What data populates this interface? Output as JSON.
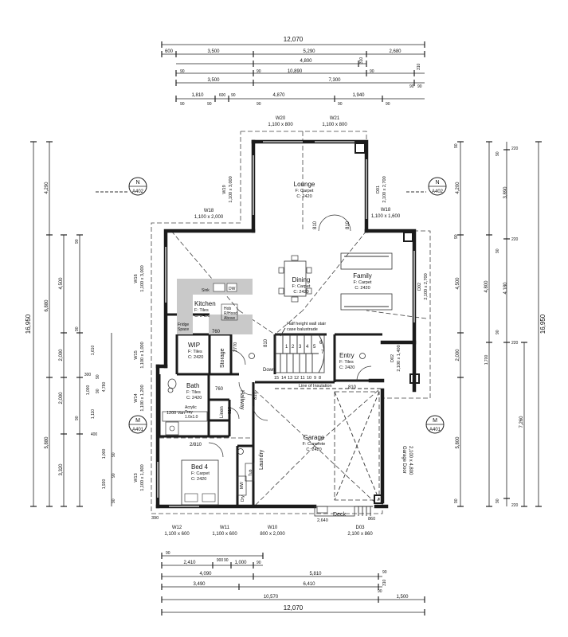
{
  "dimensions": {
    "top": [
      "12,070",
      "600",
      "3,500",
      "5,290",
      "2,680",
      "4,800",
      "310",
      "90",
      "90",
      "10,890",
      "90",
      "310",
      "3,500",
      "7,300",
      "90",
      "90",
      "1,810",
      "600",
      "90",
      "4,870",
      "1,940",
      "90",
      "90",
      "90",
      "90",
      "90"
    ],
    "bottom": [
      "90",
      "2,410",
      "900",
      "1,000",
      "90",
      "90",
      "4,090",
      "5,810",
      "90",
      "3,490",
      "6,410",
      "310",
      "90",
      "10,570",
      "1,500",
      "12,070"
    ],
    "left_outer": [
      "16,950",
      "4,290",
      "6,880",
      "5,880"
    ],
    "left_mid": [
      "4,500",
      "2,000",
      "2,000",
      "3,320"
    ],
    "left_inner": [
      "90",
      "1,610",
      "300",
      "90",
      "1,000",
      "90",
      "4,780",
      "90",
      "1,110",
      "90",
      "400",
      "1,000",
      "90",
      "1,930",
      "90",
      "90"
    ],
    "right_outer": [
      "16,950",
      "7,260"
    ],
    "right_mid": [
      "4,200",
      "4,500",
      "2,000",
      "5,800",
      "90",
      "90",
      "90"
    ],
    "right_inner": [
      "220",
      "3,890",
      "90",
      "220",
      "4,800",
      "4,180",
      "90",
      "90",
      "220",
      "1,700",
      "220",
      "90"
    ]
  },
  "section_markers": [
    {
      "letter": "N",
      "ref": "A402"
    },
    {
      "letter": "N",
      "ref": "A402"
    },
    {
      "letter": "M",
      "ref": "A401"
    },
    {
      "letter": "M",
      "ref": "A401"
    }
  ],
  "rooms": {
    "lounge": {
      "name": "Lounge",
      "floor": "F: Carpet",
      "ceiling": "C: 2420"
    },
    "dining": {
      "name": "Dining",
      "floor": "F: Carpet",
      "ceiling": "C: 2420"
    },
    "family": {
      "name": "Family",
      "floor": "F: Carpet",
      "ceiling": "C: 2420"
    },
    "kitchen": {
      "name": "Kitchen",
      "floor": "F: Tiles",
      "ceiling": "C: 2420"
    },
    "wip": {
      "name": "WIP",
      "floor": "F: Tiles",
      "ceiling": "C: 2420"
    },
    "bath": {
      "name": "Bath",
      "floor": "F: Tiles",
      "ceiling": "C: 2420"
    },
    "entry": {
      "name": "Entry",
      "floor": "F: Tiles",
      "ceiling": "C: 2420"
    },
    "garage": {
      "name": "Garage",
      "floor": "F: Concrete",
      "ceiling": "C: 2420"
    },
    "bed4": {
      "name": "Bed 4",
      "floor": "F: Carpet",
      "ceiling": "C: 2420"
    },
    "storage": "Storage",
    "hallway": "Hallway",
    "laundry": "Laundry",
    "linen": "Linen",
    "deck": "Deck"
  },
  "windows": [
    {
      "id": "W20",
      "size": "1,100 x 800"
    },
    {
      "id": "W21",
      "size": "1,100 x 800"
    },
    {
      "id": "W19",
      "size": "1,100 x 3,000"
    },
    {
      "id": "W18",
      "size": "1,100 x 2,000"
    },
    {
      "id": "W18",
      "size": "1,100 x 1,600"
    },
    {
      "id": "W16",
      "size": "1,100 x 3,000"
    },
    {
      "id": "W15",
      "size": "1,100 x 1,000"
    },
    {
      "id": "W14",
      "size": "1,100 x 1,200"
    },
    {
      "id": "W13",
      "size": "1,100 x 1,800"
    },
    {
      "id": "W12",
      "size": "1,100 x 600"
    },
    {
      "id": "W11",
      "size": "1,100 x 600"
    },
    {
      "id": "W10",
      "size": "800 x 2,000"
    }
  ],
  "doors": [
    {
      "id": "D01",
      "size": "2,100 x 2,700"
    },
    {
      "id": "D02",
      "size": "2,100 x 2,700"
    },
    {
      "id": "D02",
      "size": "2,100 x 1,400"
    },
    {
      "id": "D03",
      "size": "2,100 x 860"
    }
  ],
  "door_widths": [
    "810",
    "810",
    "810",
    "760",
    "760",
    "810",
    "810",
    "810"
  ],
  "labels": {
    "sink": "Sink",
    "dw": "DW",
    "hob": "Hob",
    "rh_hood": "R/Hood",
    "above": "Above",
    "fridge": "Fridge",
    "space": "Space",
    "storage_dim": "2770",
    "stair_note_1": "Half height wall stair",
    "stair_note_2": "case balustrade",
    "down": "Down",
    "stair_top": [
      "1",
      "2",
      "3",
      "4",
      "5",
      "6",
      "7"
    ],
    "stair_bottom": [
      "15",
      "14",
      "13",
      "12",
      "11",
      "10",
      "9",
      "8"
    ],
    "insulation": "Line of Insulation",
    "van": "1200 Van",
    "acrylic": "Acrylic",
    "tray": "Tray",
    "tray_size": "1.0x1.0",
    "bed_dim": "2/810",
    "mw": "MW",
    "tub": "Tub",
    "dry": "Dry",
    "garage_door": "Garage Door",
    "garage_door_size": "2,100 x 4,800",
    "deck_dim": "2,640",
    "deck_dim_b": "860",
    "deck_dim_c": "390"
  }
}
